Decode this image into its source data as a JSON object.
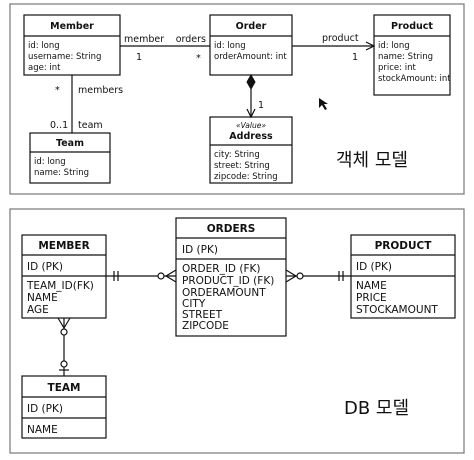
{
  "object_model": {
    "title": "객체 모델",
    "entities": {
      "member": {
        "name": "Member",
        "fields": [
          "id: long",
          "username: String",
          "age: int"
        ]
      },
      "order": {
        "name": "Order",
        "fields": [
          "id: long",
          "orderAmount: int"
        ]
      },
      "product": {
        "name": "Product",
        "fields": [
          "id: long",
          "name: String",
          "price: int",
          "stockAmount: int"
        ]
      },
      "team": {
        "name": "Team",
        "fields": [
          "id: long",
          "name: String"
        ]
      },
      "address": {
        "stereotype": "«Value»",
        "name": "Address",
        "fields": [
          "city: String",
          "street: String",
          "zipcode: String"
        ]
      }
    },
    "associations": {
      "member_order": {
        "left_role": "member",
        "right_role": "orders",
        "left_mult": "1",
        "right_mult": "*"
      },
      "order_product": {
        "role": "product",
        "mult": "1"
      },
      "order_address": {
        "mult": "1"
      },
      "member_team": {
        "top_mult": "*",
        "top_role": "members",
        "bottom_mult": "0..1",
        "bottom_role": "team"
      }
    }
  },
  "db_model": {
    "title": "DB 모델",
    "tables": {
      "member": {
        "name": "MEMBER",
        "pk": [
          "ID (PK)"
        ],
        "columns": [
          "TEAM_ID(FK)",
          "NAME",
          "AGE"
        ]
      },
      "orders": {
        "name": "ORDERS",
        "pk": [
          "ID (PK)"
        ],
        "columns": [
          "ORDER_ID (FK)",
          "PRODUCT_ID (FK)",
          "ORDERAMOUNT",
          "CITY",
          "STREET",
          "ZIPCODE"
        ]
      },
      "product": {
        "name": "PRODUCT",
        "pk": [
          "ID (PK)"
        ],
        "columns": [
          "NAME",
          "PRICE",
          "STOCKAMOUNT"
        ]
      },
      "team": {
        "name": "TEAM",
        "pk": [
          "ID (PK)"
        ],
        "columns": [
          "NAME"
        ]
      }
    }
  }
}
